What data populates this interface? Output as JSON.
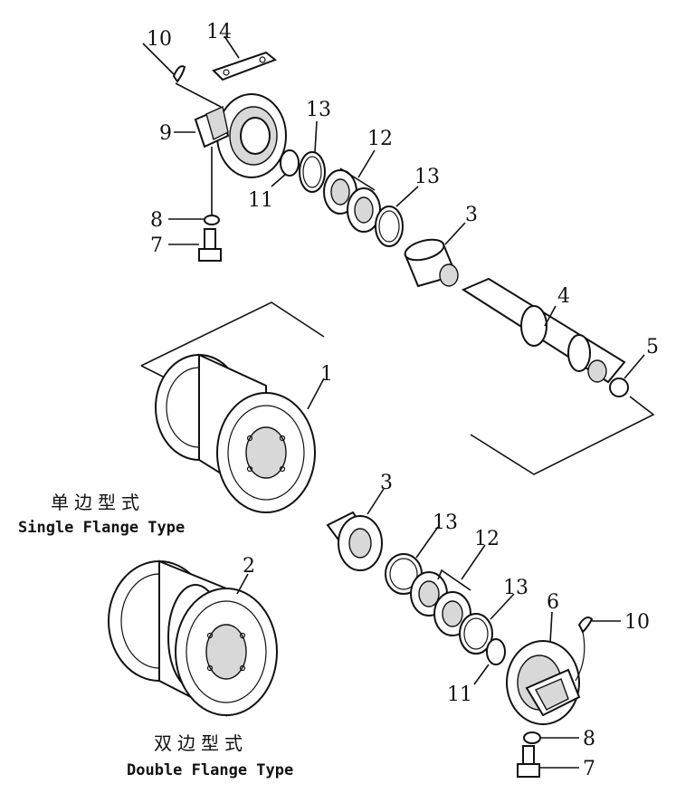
{
  "callouts": {
    "c1": "1",
    "c2": "2",
    "c3a": "3",
    "c3b": "3",
    "c4": "4",
    "c5": "5",
    "c6": "6",
    "c7a": "7",
    "c7b": "7",
    "c8a": "8",
    "c8b": "8",
    "c9": "9",
    "c10a": "10",
    "c10b": "10",
    "c11a": "11",
    "c11b": "11",
    "c12a": "12",
    "c12b": "12",
    "c13a": "13",
    "c13b": "13",
    "c13c": "13",
    "c13d": "13",
    "c14": "14"
  },
  "captions": {
    "single_cn": "单边型式",
    "single_en": "Single Flange Type",
    "double_cn": "双边型式",
    "double_en": "Double Flange Type"
  }
}
